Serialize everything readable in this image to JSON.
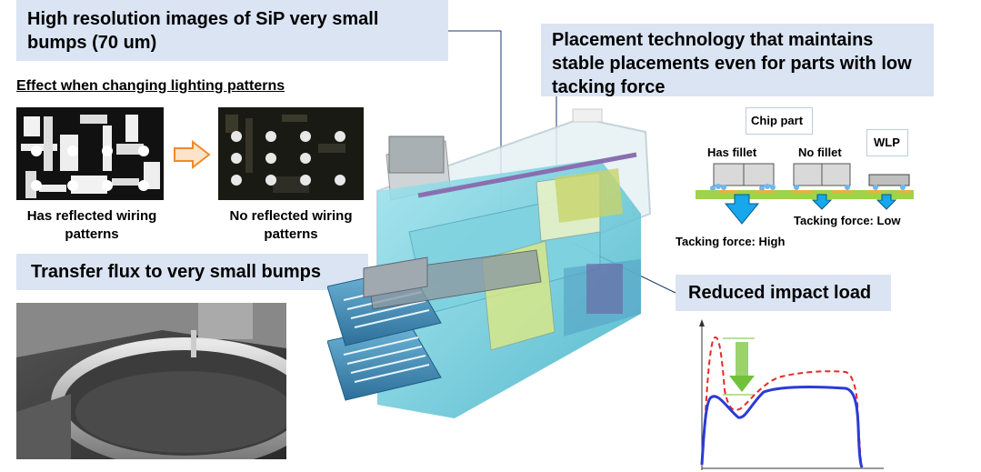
{
  "callouts": {
    "resolution": "High resolution images of SiP very small bumps (70 um)",
    "placement": "Placement technology that maintains stable placements even for parts with low tacking force",
    "transfer": "Transfer flux to very small bumps",
    "impact": "Reduced impact load"
  },
  "lighting": {
    "heading": "Effect when changing lighting patterns",
    "left_caption": "Has reflected wiring patterns",
    "right_caption": "No reflected wiring patterns"
  },
  "placement_diagram": {
    "chip_part": "Chip part",
    "wlp": "WLP",
    "has_fillet": "Has fillet",
    "no_fillet": "No fillet",
    "tacking_high": "Tacking force: High",
    "tacking_low": "Tacking force: Low"
  },
  "colors": {
    "callout_bg": "#dbe4f3",
    "curve_blue": "#2b3bd6",
    "curve_red": "#e52a2a",
    "arrow_green": "#6fc23a",
    "substrate": "#9ed34a"
  }
}
